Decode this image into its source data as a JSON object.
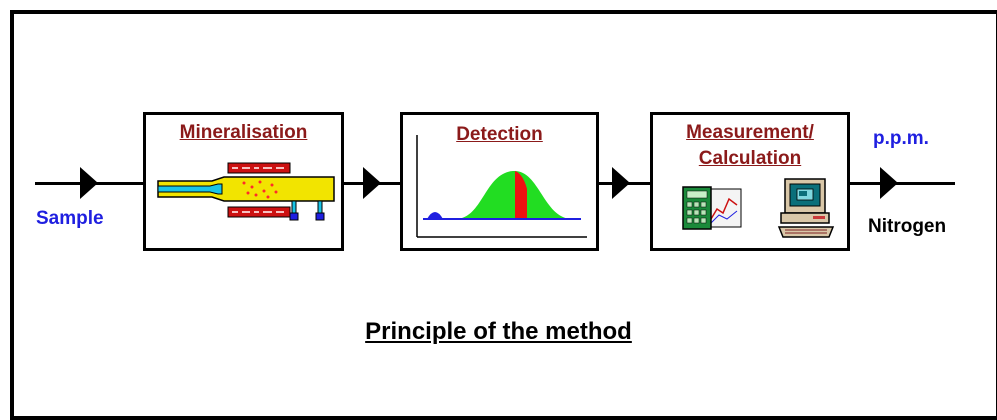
{
  "diagram": {
    "input_label": "Sample",
    "output_unit_label": "p.p.m.",
    "output_label": "Nitrogen",
    "steps": [
      {
        "title": "Mineralisation"
      },
      {
        "title": "Detection"
      },
      {
        "title_line1": "Measurement/",
        "title_line2": "Calculation"
      }
    ],
    "caption": "Principle of the method"
  },
  "colors": {
    "title_red": "#8b1a1a",
    "label_blue": "#1f1fe0",
    "peak_green": "#22dd22",
    "peak_red": "#ee1111",
    "baseline_blue": "#1f1fe0",
    "tube_yellow": "#f2e400",
    "tube_cyan": "#19c4e6"
  },
  "icons": [
    "furnace-tube-icon",
    "chromatogram-icon",
    "calculator-icon",
    "computer-icon"
  ]
}
